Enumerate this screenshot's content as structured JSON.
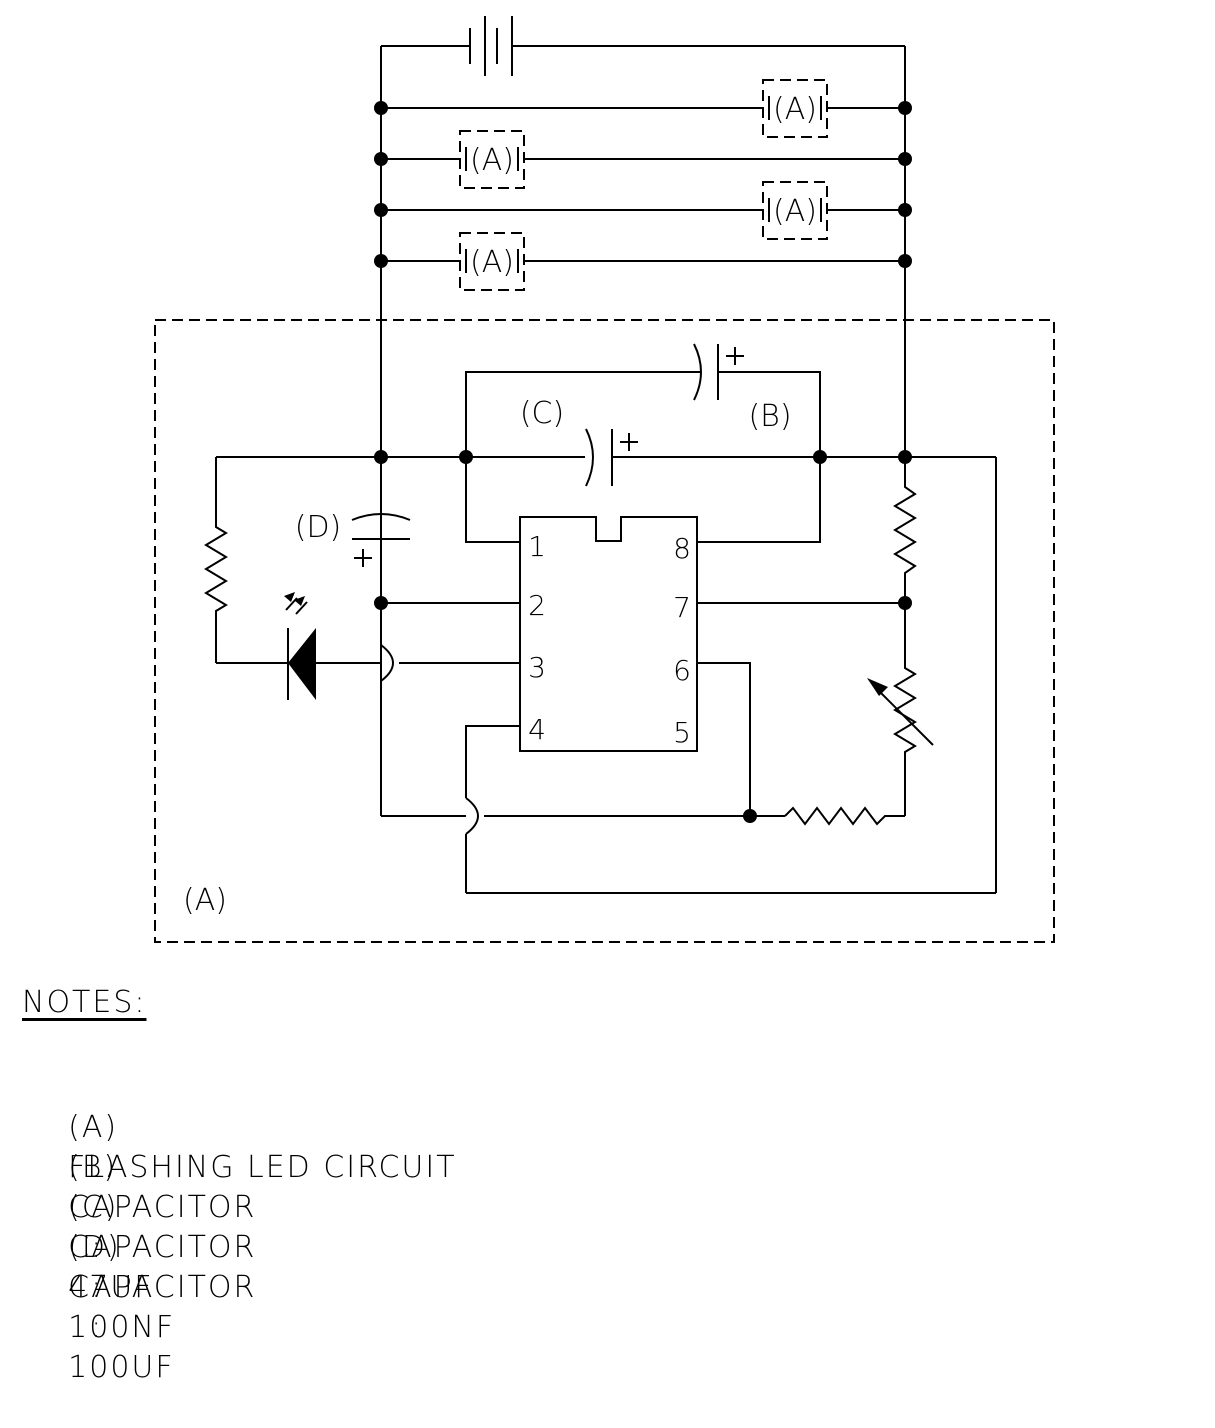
{
  "diagram": {
    "module_label": "(A)",
    "module_box_label": "(A)",
    "cap_b_label": "(B)",
    "cap_c_label": "(C)",
    "cap_d_label": "(D)",
    "plus_sign": "+",
    "ic_pins_left": [
      "1",
      "2",
      "3",
      "4"
    ],
    "ic_pins_right": [
      "8",
      "7",
      "6",
      "5"
    ]
  },
  "notes": {
    "title": "NOTES:",
    "items": [
      {
        "key": "(A)",
        "name": "FLASHING LED CIRCUIT",
        "sep": "",
        "value": ""
      },
      {
        "key": "(B)",
        "name": "CAPACITOR",
        "sep": ":",
        "value": "47UF"
      },
      {
        "key": "(C)",
        "name": "CAPACITOR",
        "sep": ":",
        "value": "100NF"
      },
      {
        "key": "(D)",
        "name": "CAPACITOR",
        "sep": ":",
        "value": "100UF"
      }
    ]
  }
}
